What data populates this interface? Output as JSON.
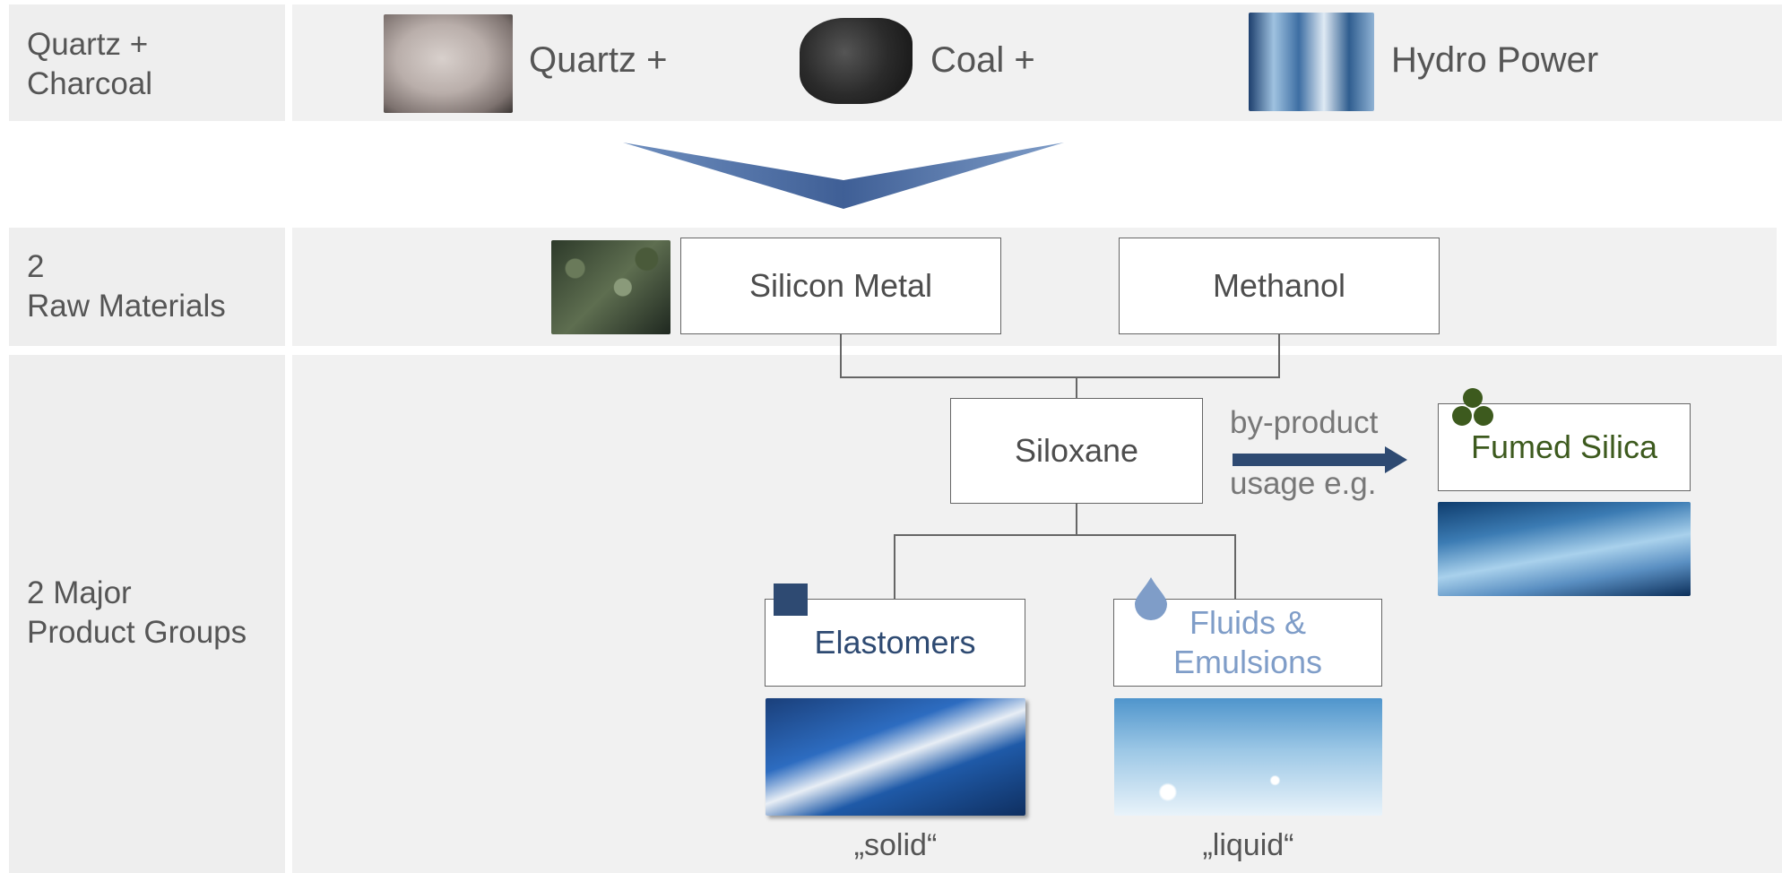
{
  "rows": {
    "row1_label": "Quartz +\nCharcoal",
    "row2_label": "2\nRaw Materials",
    "row3_label": "2 Major\nProduct Groups"
  },
  "inputs": {
    "quartz": "Quartz +",
    "coal": "Coal +",
    "hydro": "Hydro Power"
  },
  "materials": {
    "silicon": "Silicon Metal",
    "methanol": "Methanol"
  },
  "siloxane": "Siloxane",
  "byproduct": {
    "line1": "by-product",
    "line2": "usage e.g."
  },
  "fumed_silica": "Fumed Silica",
  "products": {
    "elastomers": "Elastomers",
    "fluids": "Fluids &\nEmulsions",
    "solid_caption": "„solid“",
    "liquid_caption": "„liquid“"
  },
  "colors": {
    "navy": "#2e4a72",
    "light_blue": "#7f9dc8",
    "green": "#3d5a1e",
    "arrow": "#3f5f96"
  }
}
